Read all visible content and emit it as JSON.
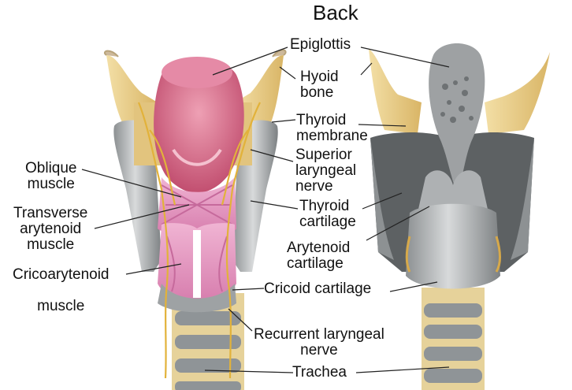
{
  "title": "Back",
  "labels": {
    "epiglottis": "Epiglottis",
    "hyoid_bone": "Hyoid\nbone",
    "thyroid_membrane": "Thyroid\nmembrane",
    "superior_laryngeal_nerve": "Superior\nlaryngeal\nnerve",
    "thyroid_cartilage": "Thyroid\ncartilage",
    "arytenoid_cartilage": "Arytenoid\ncartilage",
    "cricoid_cartilage": "Cricoid cartilage",
    "recurrent_laryngeal_nerve": "Recurrent laryngeal\nnerve",
    "trachea": "Trachea",
    "oblique_muscle": "Oblique\nmuscle",
    "transverse_arytenoid_muscle": "Transverse\narytenoid\nmuscle",
    "cricoarytenoid_muscle": "Cricoarytenoid\n\nmuscle"
  },
  "colors": {
    "bone": "#e8cd88",
    "cartilage_grey": "#b9bcbd",
    "cartilage_dark": "#6f7375",
    "muscle_pink": "#e79bc4",
    "epiglottis_pink": "#d9607f",
    "nerve_yellow": "#e2b23a",
    "trachea_ring": "#9a9ea1"
  }
}
